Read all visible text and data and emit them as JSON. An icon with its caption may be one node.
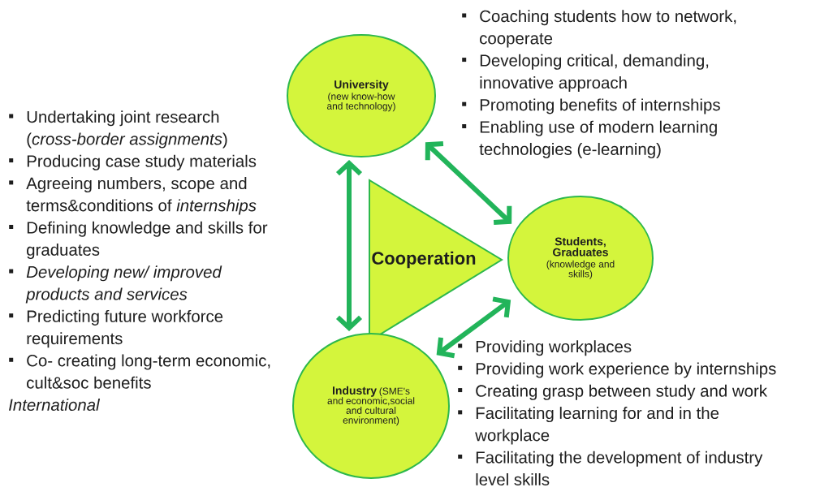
{
  "diagram": {
    "nodes": [
      {
        "text": [
          "University",
          "(new know-how and technology)"
        ]
      },
      {
        "text": [
          "Cooperation"
        ]
      },
      {
        "text": [
          "Students, Graduates",
          "(knowledge and skills)"
        ]
      },
      {
        "text": [
          "Industry",
          "(SME's and economic,social and cultural environment)"
        ]
      }
    ],
    "edges": [
      {
        "from": 0,
        "to": 3,
        "arrow": "both"
      },
      {
        "from": 0,
        "to": 2,
        "arrow": "both"
      },
      {
        "from": 3,
        "to": 2,
        "arrow": "both"
      }
    ],
    "labels": [
      "Coaching students how to network, cooperate",
      "Developing critical, demanding, innovative approach",
      "Promoting benefits of internships",
      "Enabling use of modern learning technologies (e-learning)",
      "Undertaking joint research (*cross-border assignments*)",
      "Producing case study materials",
      "Agreeing numbers, scope and terms&conditions of *internships*",
      "Defining knowledge and skills for graduates",
      "Developing new/ improved products and services",
      "Predicting future workforce requirements",
      "Co- creating long-term economic, cult&soc benefits",
      "International",
      "Providing workplaces",
      "Providing work experience by internships",
      "Creating grasp between study and work",
      "Facilitating learning for and in the workplace",
      "Facilitating the development of industry level skills"
    ]
  }
}
